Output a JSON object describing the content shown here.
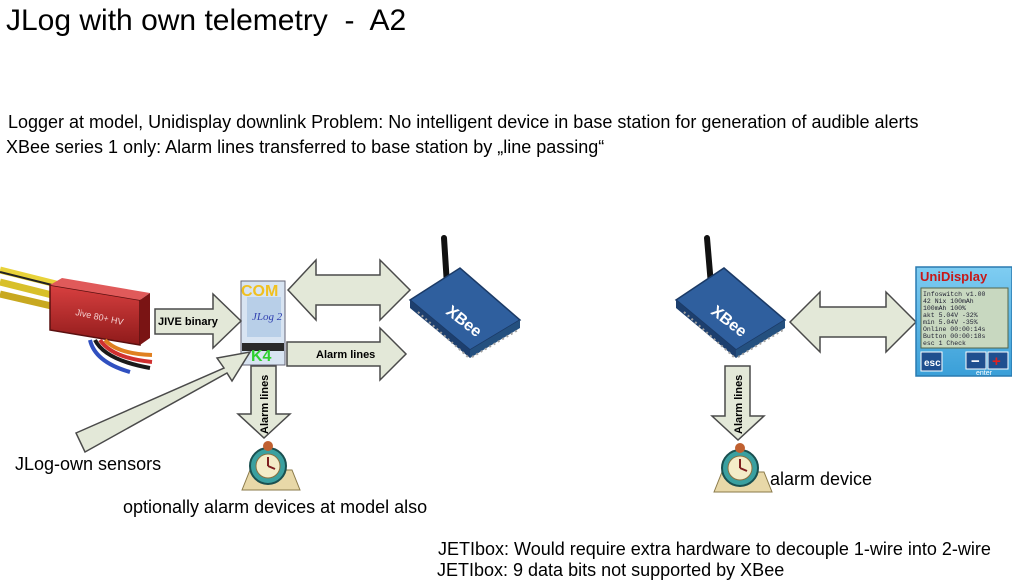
{
  "title": "JLog with own telemetry  -  A2",
  "subtitle_lines": [
    "Logger at model, Unidisplay downlink  Problem: No intelligent device in base station for generation of audible alerts",
    "XBee series 1 only: Alarm lines transferred to base station by „line passing“"
  ],
  "arrow_labels": {
    "jive_binary": "JIVE binary",
    "alarm_lines_h": "Alarm lines",
    "alarm_lines_v1": "Alarm lines",
    "alarm_lines_v2": "Alarm lines"
  },
  "device_labels": {
    "com": "COM",
    "k4": "K4",
    "jlog": "JLog 2",
    "xbee1": "XBee",
    "xbee2": "XBee",
    "unidisplay": "UniDisplay",
    "unidisplay_screen": [
      "Infoswitch v1.00",
      "42 Nix    100mAh",
      "100mAh   100%",
      "akt 5.04V  -32%",
      "min 5.04V  -35%",
      "Online 00:00:14s",
      "Button 00:00:18s",
      "esc  1 Check"
    ],
    "esc": "esc",
    "minus": "−",
    "plus": "+",
    "enter": "enter"
  },
  "labels": {
    "jlog_sensors": "JLog-own sensors",
    "optional_alarm": "optionally alarm devices at model also",
    "alarm_device": "alarm device"
  },
  "notes": [
    "JETIbox: Would require extra hardware to decouple 1-wire into 2-wire",
    "JETIbox: 9 data bits not supported by XBee"
  ],
  "colors": {
    "arrow_fill": "#e3e8d8",
    "arrow_stroke": "#4a4a4a",
    "com_text": "#f0c020",
    "k4_text": "#30d030",
    "xbee_blue": "#2f5f9e",
    "esc_red": "#c8282c",
    "unidisplay_blue": "#4fb3e8"
  }
}
